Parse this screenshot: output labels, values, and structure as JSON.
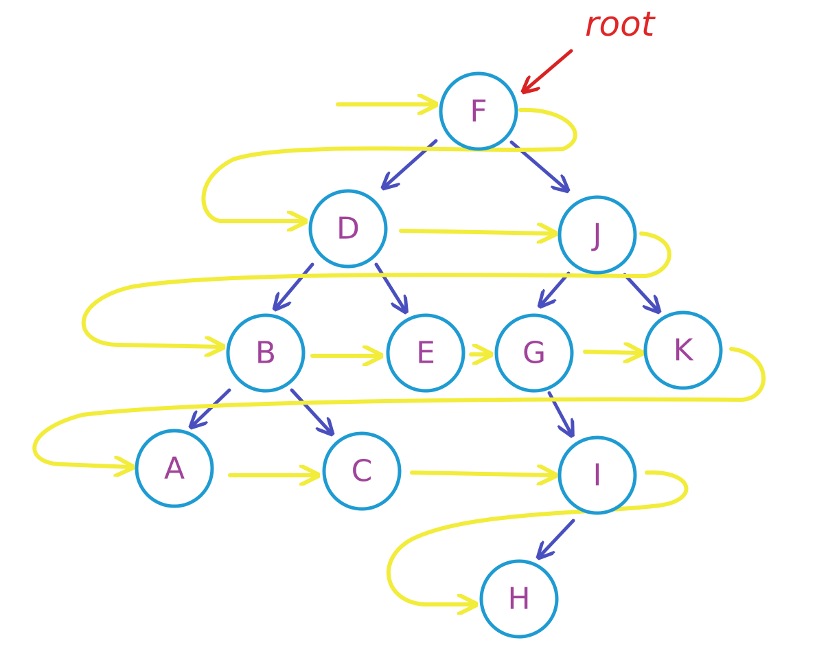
{
  "root_label": "root",
  "colors": {
    "node_stroke": "#1e9bd2",
    "node_text": "#a0439a",
    "edge": "#4a4fbf",
    "traversal": "#f2ec3a",
    "root": "#d92222"
  },
  "nodes": {
    "F": "F",
    "D": "D",
    "J": "J",
    "B": "B",
    "E": "E",
    "G": "G",
    "K": "K",
    "A": "A",
    "C": "C",
    "I": "I",
    "H": "H"
  }
}
